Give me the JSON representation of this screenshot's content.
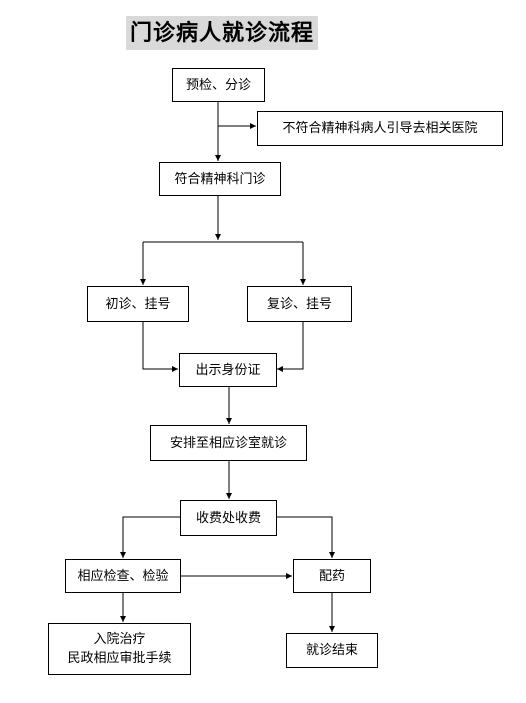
{
  "title": "门诊病人就诊流程",
  "nodes": {
    "precheck": "预检、分诊",
    "redirect": "不符合精神科病人引导去相关医院",
    "psych_clinic": "符合精神科门诊",
    "first_visit": "初诊、挂号",
    "return_visit": "复诊、挂号",
    "show_id": "出示身份证",
    "assign_room": "安排至相应诊室就诊",
    "payment": "收费处收费",
    "exam": "相应检查、检验",
    "dispense": "配药",
    "admission_line1": "入院治疗",
    "admission_line2": "民政相应审批手续",
    "end": "就诊结束"
  }
}
